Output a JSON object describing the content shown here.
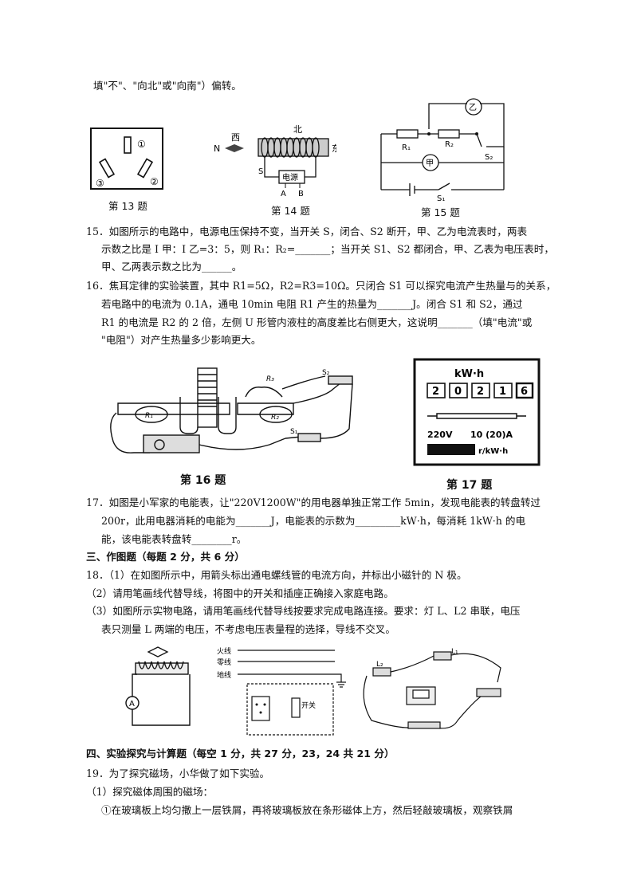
{
  "lines": {
    "l0": "填\"不\"、\"向北\"或\"向南\"）偏转。",
    "q15_a": "15．如图所示的电路中，电源电压保持不变，当开关 S，闭合、S2 断开，甲、乙为电流表时，两表",
    "q15_b": "示数之比是 I 甲：I 乙=3：5，则 R₁：R₂=_______；当开关 S1、S2 都闭合，甲、乙表为电压表时，",
    "q15_c": "甲、乙两表示数之比为______。",
    "q16_a": "16．焦耳定律的实验装置，其中 R1=5Ω，R2=R3=10Ω。只闭合 S1 可以探究电流产生热量与的关系，",
    "q16_b": "若电路中的电流为 0.1A，通电 10min 电阻 R1 产生的热量为_______J。闭合 S1 和 S2，通过",
    "q16_c": "R1 的电流是 R2 的 2 倍，左侧 U 形管内液柱的高度差比右侧更大，这说明_______（填\"电流\"或",
    "q16_d": "\"电阻\"）对产生热量多少影响更大。",
    "q17_a": "17．如图是小军家的电能表，让\"220V1200W\"的用电器单独正常工作 5min，发现电能表的转盘转过",
    "q17_b": "200r，此用电器消耗的电能为_______J，电能表的示数为_________kW·h，每消耗 1kW·h 的电",
    "q17_c": "能，该电能表转盘转________r。",
    "sec3": "三、作图题（每题 2 分，共 6 分）",
    "q18_1": "18．（1）在如图所示中，用箭头标出通电螺线管的电流方向，并标出小磁针的 N 极。",
    "q18_2": "（2）请用笔画线代替导线，将图中的开关和插座正确接入家庭电路。",
    "q18_3a": "（3）如图所示实物电路，请用笔画线代替导线按要求完成电路连接。要求：灯 L、L2 串联，电压",
    "q18_3b": "表只测量 L 两端的电压，不考虑电压表量程的选择，导线不交叉。",
    "sec4": "四、实验探究与计算题（每空 1 分，共 27 分，23，24 共 21 分）",
    "q19": "19．为了探究磁场，小华做了如下实验。",
    "q19_1": "（1）探究磁体周围的磁场：",
    "q19_1a": "①在玻璃板上均匀撒上一层铁屑，再将玻璃板放在条形磁体上方，然后轻敲玻璃板，观察铁屑"
  },
  "captions": {
    "f13": "第 13 题",
    "f14": "第 14 题",
    "f15": "第 15 题",
    "f16": "第 16 题",
    "f17": "第 17 题"
  },
  "fig13": {
    "hole1": "①",
    "hole2": "②",
    "hole3": "③"
  },
  "fig14": {
    "north": "北",
    "west": "西",
    "east": "东",
    "n": "N",
    "s": "S",
    "source": "电源",
    "a": "A",
    "b": "B"
  },
  "fig15": {
    "meter_yi": "乙",
    "meter_jia": "甲",
    "r1": "R₁",
    "r2": "R₂",
    "s1": "S₁",
    "s2": "S₂"
  },
  "fig16": {
    "r1": "R₁",
    "r2": "R₂",
    "r3": "R₃",
    "s1": "S₁",
    "s2": "S₂"
  },
  "fig17": {
    "unit": "kW·h",
    "digits": [
      "2",
      "0",
      "2",
      "1",
      "6"
    ],
    "rating_v": "220V",
    "rating_a": "10 (20)A",
    "rev_unit": "r/kW·h"
  },
  "fig18": {
    "ammeter": "A",
    "fire": "火线",
    "zero": "零线",
    "ground": "地线",
    "switch": "开关",
    "l1": "L₁",
    "l2": "L₂"
  }
}
